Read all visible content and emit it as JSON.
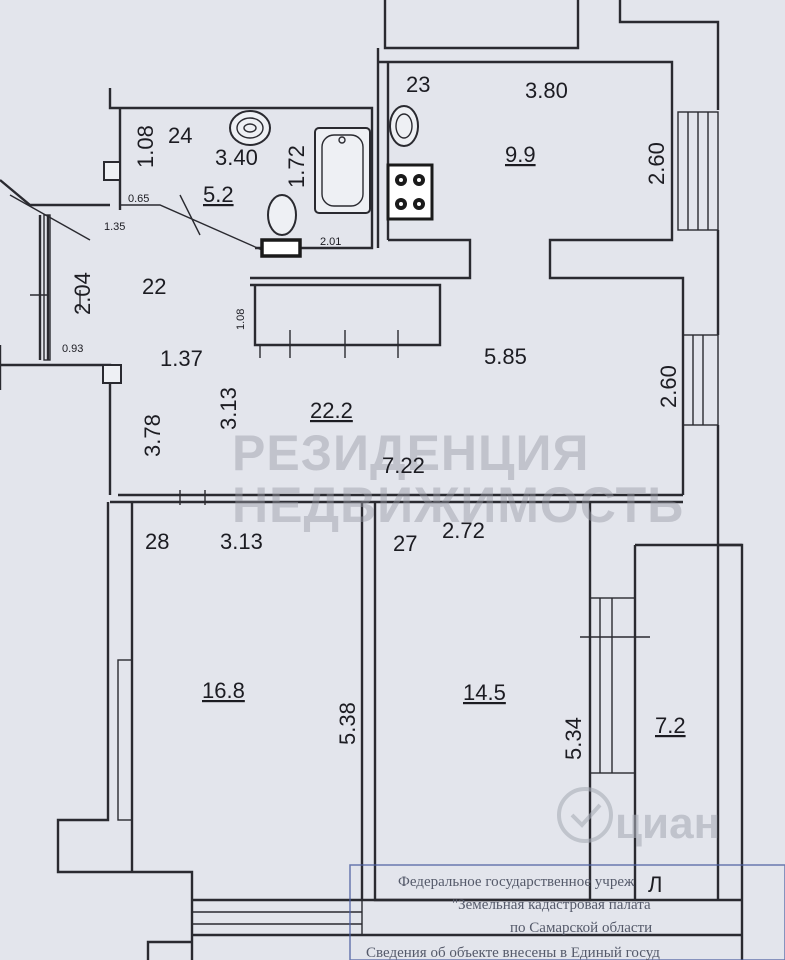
{
  "rooms": {
    "r23": {
      "num": "23",
      "width": "3.80",
      "height": "2.60",
      "area": "9.9"
    },
    "r24": {
      "num": "24",
      "width": "3.40",
      "depth1": "1.08",
      "depth2": "1.72",
      "area": "5.2",
      "d_065": "0.65",
      "d_135": "1.35",
      "d_201": "2.01"
    },
    "r22": {
      "num": "22",
      "d_204": "2.04",
      "d_093": "0.93",
      "d_137": "1.37",
      "d_378": "3.78",
      "d_313": "3.13",
      "d_108": "1.08",
      "d_585": "5.85",
      "d_260": "2.60",
      "d_722": "7.22",
      "area": "22.2"
    },
    "r28": {
      "num": "28",
      "width": "3.13",
      "height": "5.38",
      "area": "16.8"
    },
    "r27": {
      "num": "27",
      "width": "2.72",
      "height": "5.34",
      "area": "14.5"
    },
    "balcony": {
      "area": "7.2",
      "mark": "Л"
    }
  },
  "watermark": {
    "line1": "РЕЗИДЕНЦИЯ",
    "line2": "НЕДВИЖИМОСТЬ"
  },
  "logo": {
    "text": "циан"
  },
  "stamp": {
    "line1": "Федеральное государственное учреж",
    "line2": "\"Земельная кадастровая палата",
    "line3": "по Самарской области",
    "line4": "Сведения об объекте внесены в Единый госуд"
  }
}
